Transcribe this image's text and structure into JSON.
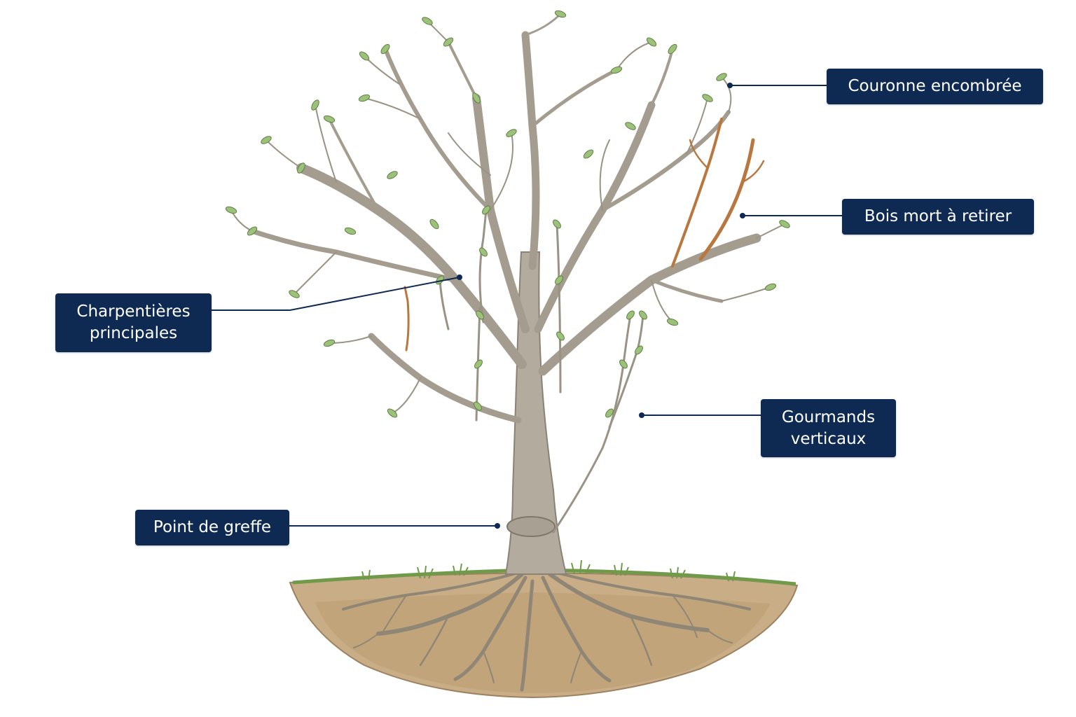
{
  "colors": {
    "label_bg": "#0f2a52",
    "label_text": "#ffffff",
    "leader_line": "#0f2a52",
    "bark": "#a39c8f",
    "dead_wood": "#b9773f",
    "leaf": "#9cc27a",
    "soil": "#c9ad86",
    "grass": "#6f9a4a"
  },
  "labels": {
    "crown": "Couronne encombrée",
    "dead_wood": "Bois mort à retirer",
    "scaffold_line1": "Charpentières",
    "scaffold_line2": "principales",
    "water_sprouts_line1": "Gourmands",
    "water_sprouts_line2": "verticaux",
    "graft": "Point de greffe"
  }
}
